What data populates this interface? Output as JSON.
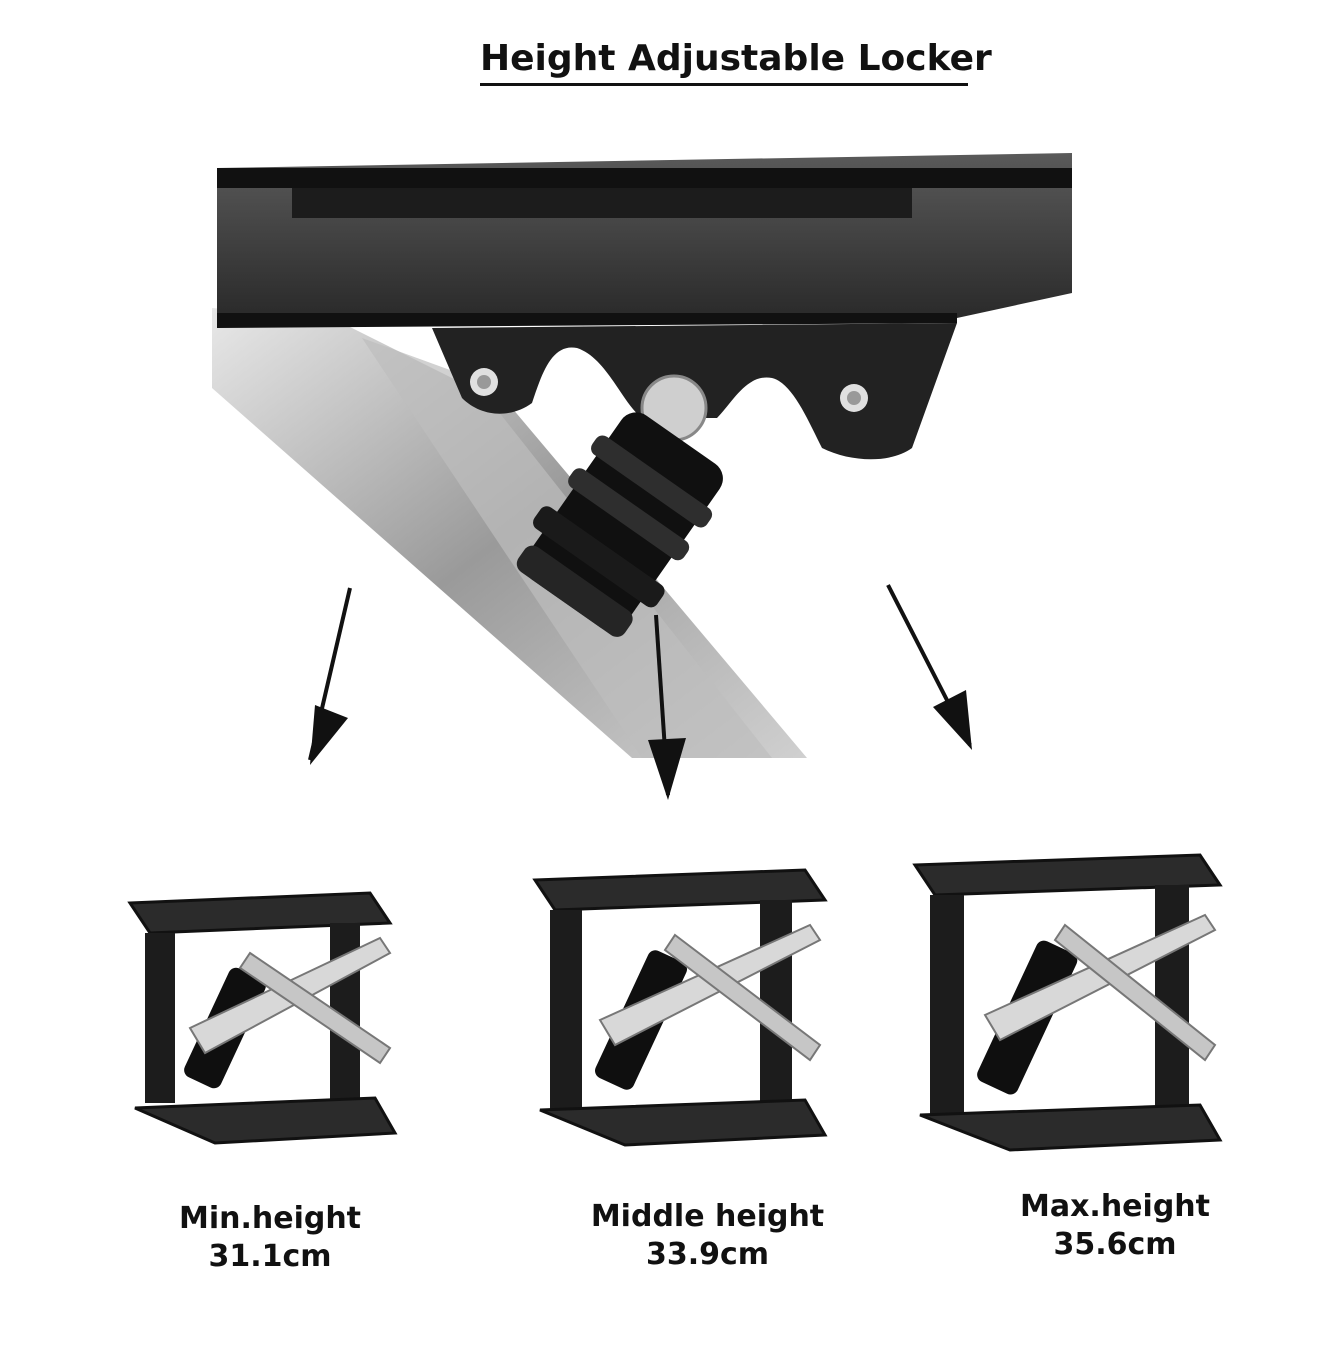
{
  "title": "Height Adjustable Locker",
  "colors": {
    "metal_dark": "#1a1a1a",
    "metal_mid": "#3a3a3a",
    "steel": "#c8c8c8",
    "text": "#111111"
  },
  "positions": [
    {
      "name": "Min.height",
      "value": "31.1cm"
    },
    {
      "name": "Middle height",
      "value": "33.9cm"
    },
    {
      "name": "Max.height",
      "value": "35.6cm"
    }
  ]
}
